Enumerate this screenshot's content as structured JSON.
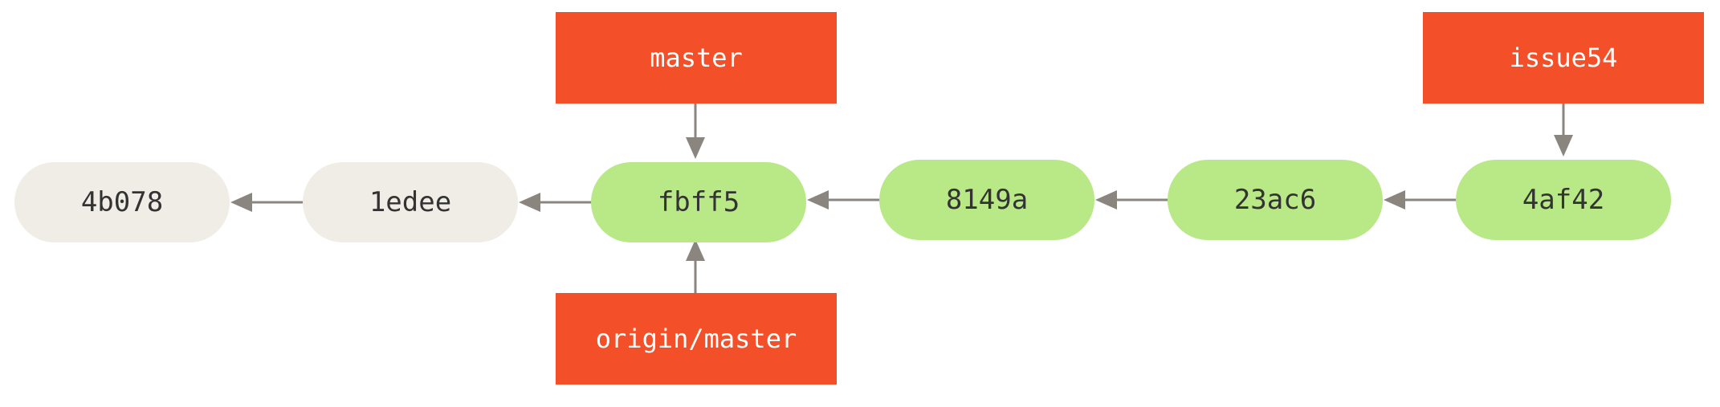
{
  "colors": {
    "ref_fill": "#f34f28",
    "ref_text": "#ffffff",
    "commit_old_fill": "#efede6",
    "commit_new_fill": "#b9e886",
    "commit_text": "#333333",
    "arrow": "#8b8580"
  },
  "commits": [
    {
      "id": "4b078",
      "state": "old"
    },
    {
      "id": "1edee",
      "state": "old"
    },
    {
      "id": "fbff5",
      "state": "new"
    },
    {
      "id": "8149a",
      "state": "new"
    },
    {
      "id": "23ac6",
      "state": "new"
    },
    {
      "id": "4af42",
      "state": "new"
    }
  ],
  "refs": [
    {
      "label": "master",
      "points_to": "fbff5"
    },
    {
      "label": "origin/master",
      "points_to": "fbff5"
    },
    {
      "label": "issue54",
      "points_to": "4af42"
    }
  ]
}
